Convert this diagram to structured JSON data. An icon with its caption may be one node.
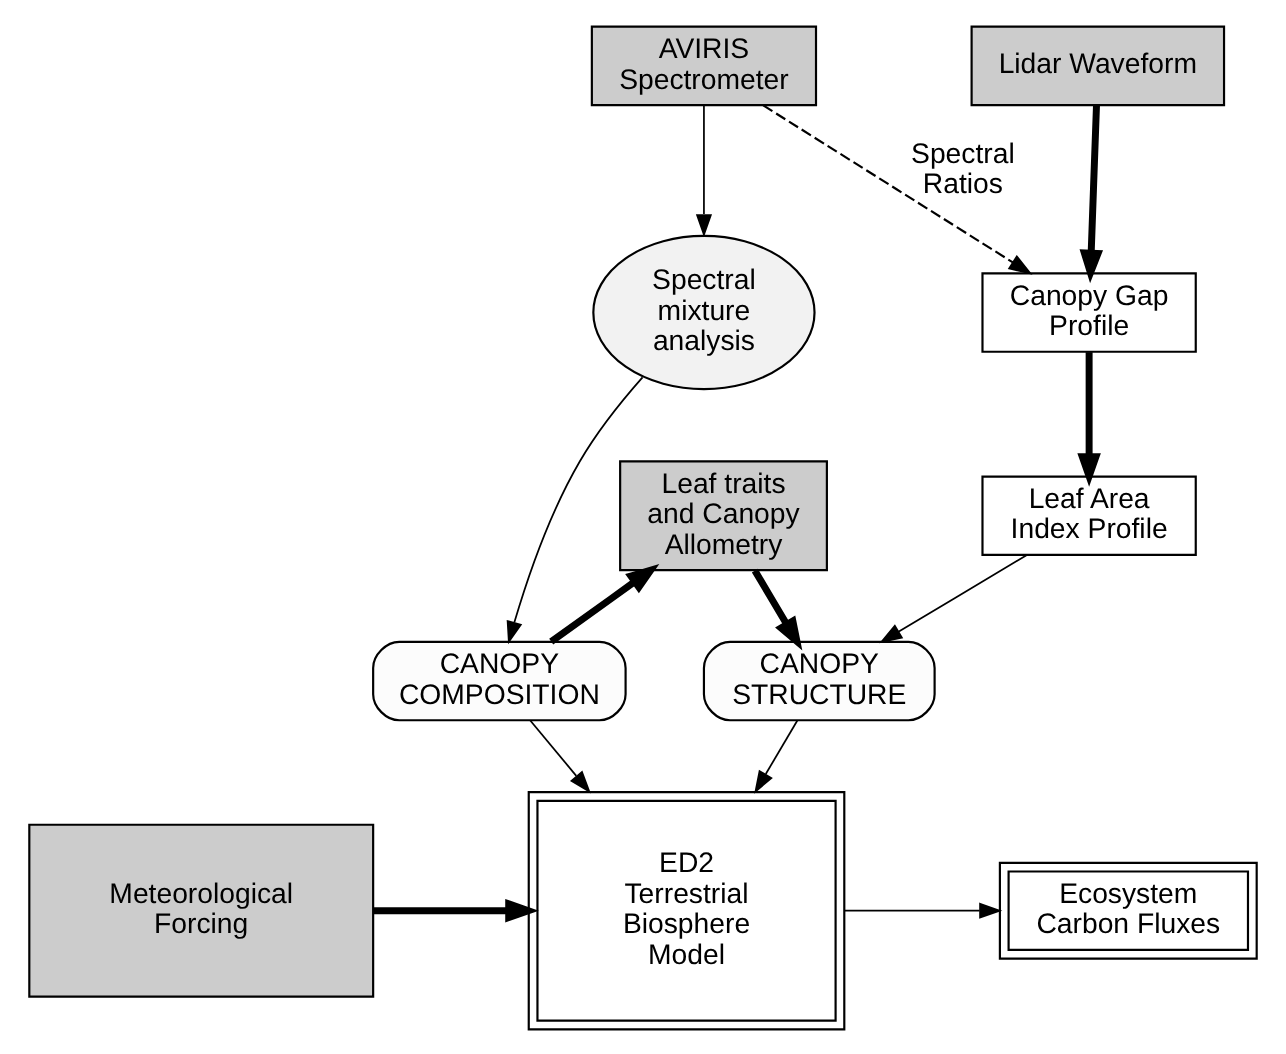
{
  "diagram": {
    "nodes": [
      {
        "text": [
          "AVIRIS Spectrometer"
        ]
      },
      {
        "text": [
          "Lidar Waveform"
        ]
      },
      {
        "text": [
          "Spectral mixture analysis"
        ]
      },
      {
        "text": [
          "Canopy Gap Profile"
        ]
      },
      {
        "text": [
          "Leaf Area Index Profile"
        ]
      },
      {
        "text": [
          "Leaf traits and Canopy Allometry"
        ]
      },
      {
        "text": [
          "CANOPY COMPOSITION"
        ]
      },
      {
        "text": [
          "CANOPY STRUCTURE"
        ]
      },
      {
        "text": [
          "Meteorological Forcing"
        ]
      },
      {
        "text": [
          "ED2 Terrestrial Biosphere Model"
        ]
      },
      {
        "text": [
          "Ecosystem Carbon Fluxes"
        ]
      }
    ],
    "edges": [
      {
        "from": 0,
        "to": 2,
        "arrow": "to"
      },
      {
        "from": 0,
        "to": 3,
        "arrow": "to",
        "label": "Spectral Ratios",
        "style": "dashed"
      },
      {
        "from": 1,
        "to": 3,
        "arrow": "to",
        "style": "thick"
      },
      {
        "from": 3,
        "to": 4,
        "arrow": "to",
        "style": "thick"
      },
      {
        "from": 2,
        "to": 6,
        "arrow": "to"
      },
      {
        "from": 4,
        "to": 7,
        "arrow": "to"
      },
      {
        "from": 6,
        "to": 5,
        "arrow": "to",
        "style": "thick"
      },
      {
        "from": 5,
        "to": 7,
        "arrow": "to",
        "style": "thick"
      },
      {
        "from": 6,
        "to": 9,
        "arrow": "to"
      },
      {
        "from": 7,
        "to": 9,
        "arrow": "to"
      },
      {
        "from": 8,
        "to": 9,
        "arrow": "to",
        "style": "thick"
      },
      {
        "from": 9,
        "to": 10,
        "arrow": "to"
      }
    ]
  }
}
